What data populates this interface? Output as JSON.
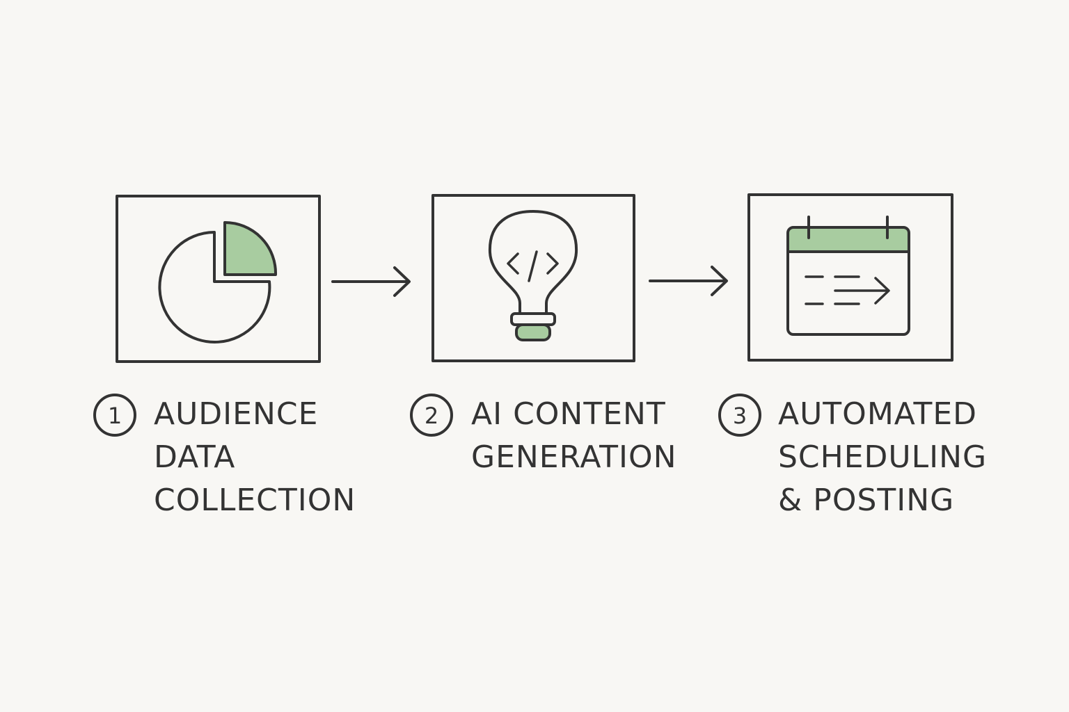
{
  "diagram": {
    "accent_color": "#a8cca0",
    "line_color": "#333333",
    "background_color": "#f8f7f4",
    "steps": [
      {
        "number": "1",
        "icon": "pie-chart-icon",
        "label_lines": [
          "AUDIENCE",
          "DATA",
          "COLLECTION"
        ]
      },
      {
        "number": "2",
        "icon": "code-lightbulb-icon",
        "label_lines": [
          "AI CONTENT",
          "GENERATION"
        ]
      },
      {
        "number": "3",
        "icon": "calendar-schedule-icon",
        "label_lines": [
          "AUTOMATED",
          "SCHEDULING",
          "& POSTING"
        ]
      }
    ]
  }
}
